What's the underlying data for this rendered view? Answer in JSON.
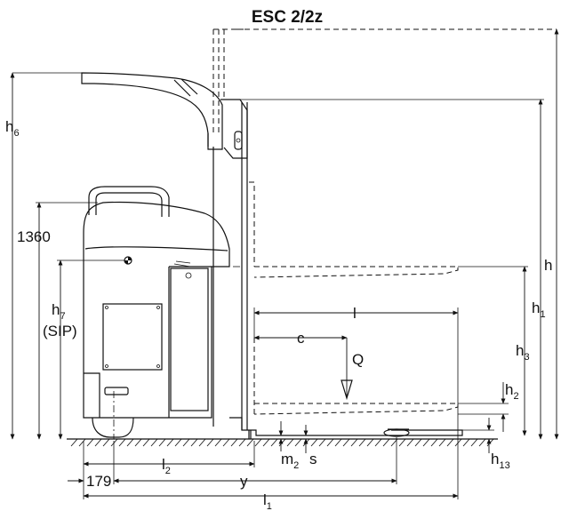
{
  "title": "ESC 2/2z",
  "labels": {
    "h": "h",
    "h1": "h",
    "h1_sub": "1",
    "h2": "h",
    "h2_sub": "2",
    "h3": "h",
    "h3_sub": "3",
    "h6": "h",
    "h6_sub": "6",
    "h7": "h",
    "h7_sub": "7",
    "sip": "(SIP)",
    "h13": "h",
    "h13_sub": "13",
    "dim_1360": "1360",
    "l": "l",
    "c": "c",
    "q": "Q",
    "l1": "l",
    "l1_sub": "1",
    "l2": "l",
    "l2_sub": "2",
    "m2": "m",
    "m2_sub": "2",
    "s": "s",
    "y": "y",
    "dim_179": "179"
  }
}
